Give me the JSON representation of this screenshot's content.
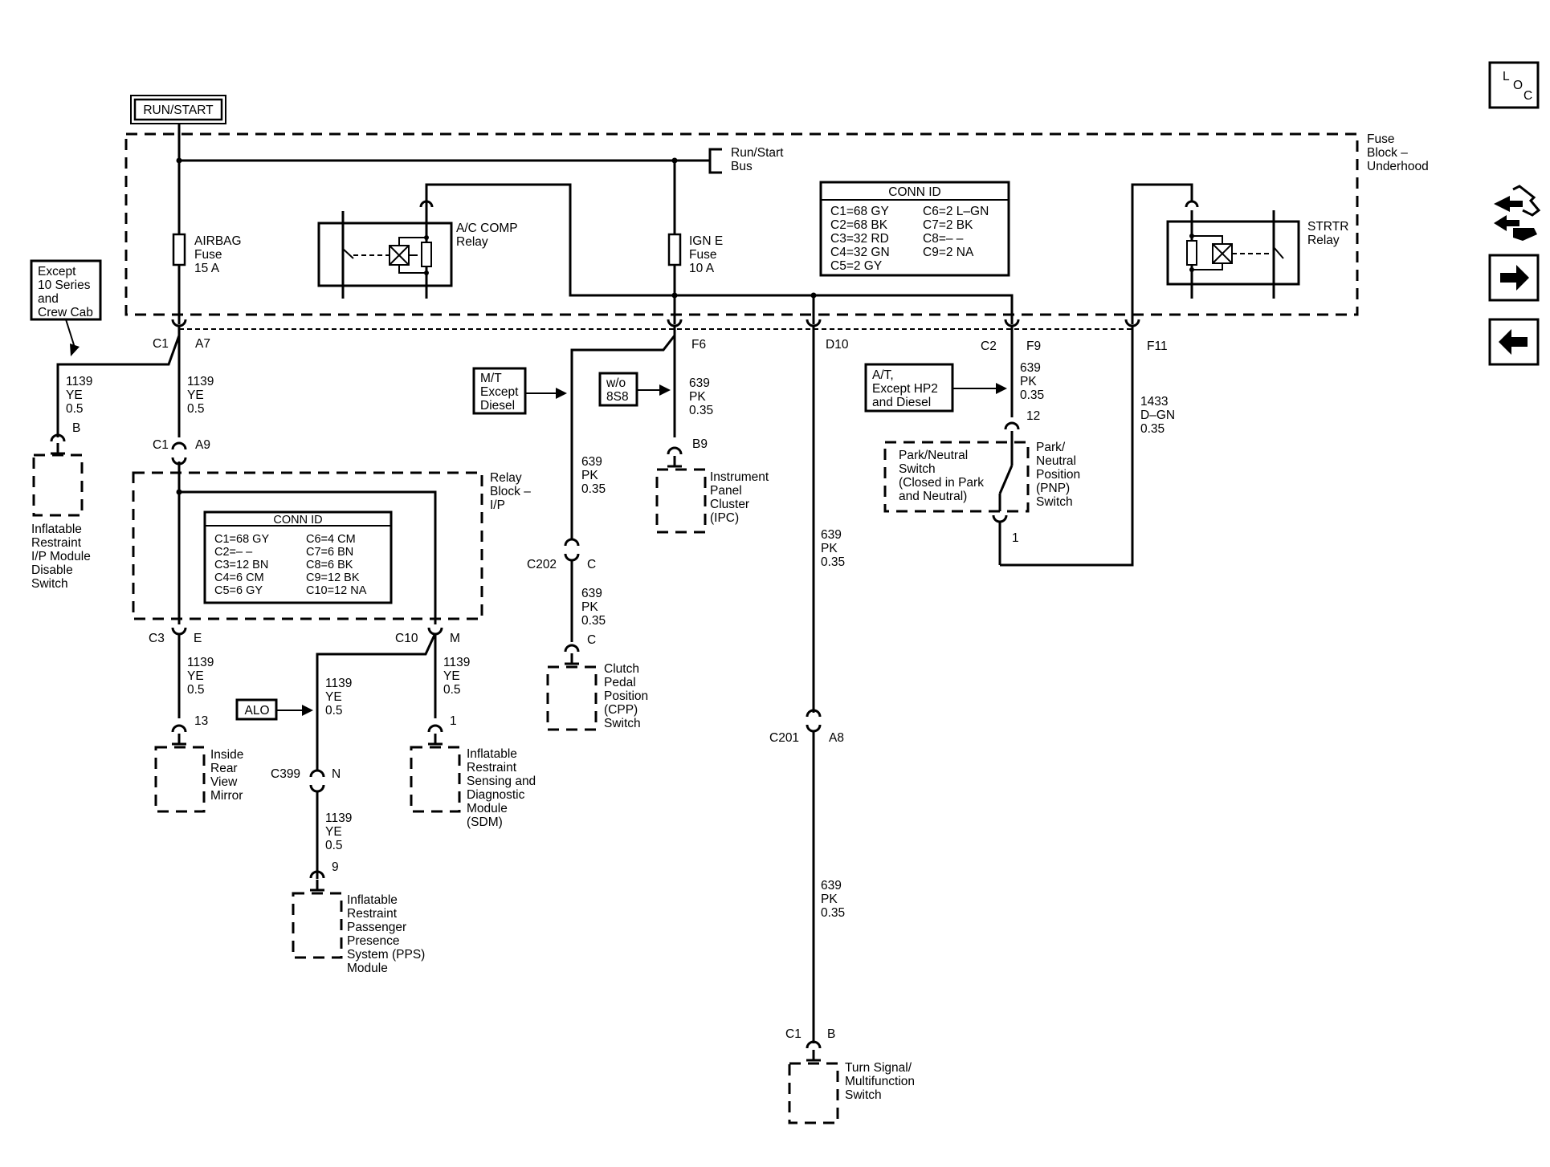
{
  "power": {
    "run_start": "RUN/START",
    "bus": [
      "Run/Start",
      "Bus"
    ]
  },
  "fuse_block_underhood": [
    "Fuse",
    "Block –",
    "Underhood"
  ],
  "fuses": {
    "airbag": [
      "AIRBAG",
      "Fuse",
      "15 A"
    ],
    "ign_e": [
      "IGN E",
      "Fuse",
      "10 A"
    ]
  },
  "relays": {
    "ac_comp": [
      "A/C COMP",
      "Relay"
    ],
    "strtr": [
      "STRTR",
      "Relay"
    ]
  },
  "conn_id_fuse_block": {
    "title": "CONN ID",
    "left": [
      "C1=68 GY",
      "C2=68 BK",
      "C3=32 RD",
      "C4=32 GN",
      "C5=2 GY"
    ],
    "right": [
      "C6=2 L–GN",
      "C7=2 BK",
      "C8=– –",
      "C9=2 NA"
    ]
  },
  "relay_block_ip": [
    "Relay",
    "Block –",
    "I/P"
  ],
  "conn_id_relay_block": {
    "title": "CONN ID",
    "left": [
      "C1=68 GY",
      "C2=– –",
      "C3=12 BN",
      "C4=6 CM",
      "C5=6 GY"
    ],
    "right": [
      "C6=4 CM",
      "C7=6 BN",
      "C8=6 BK",
      "C9=12 BK",
      "C10=12 NA"
    ]
  },
  "options": {
    "except_10_series": [
      "Except",
      "10 Series",
      "and",
      "Crew Cab"
    ],
    "mt_except_diesel": [
      "M/T",
      "Except",
      "Diesel"
    ],
    "wo_8s8": [
      "w/o",
      "8S8"
    ],
    "at_except_hp2": [
      "A/T,",
      "Except HP2",
      "and Diesel"
    ],
    "alo": "ALO"
  },
  "connectors": {
    "c1_a7": [
      "C1",
      "A7"
    ],
    "c1_a9": [
      "C1",
      "A9"
    ],
    "c3_e": [
      "C3",
      "E"
    ],
    "c10_m": [
      "C10",
      "M"
    ],
    "f6": "F6",
    "d10": "D10",
    "c2_f9": [
      "C2",
      "F9"
    ],
    "f11": "F11",
    "b_idp": "B",
    "p13": "13",
    "p1_sdm": "1",
    "c399_n": [
      "C399",
      "N"
    ],
    "p9": "9",
    "c202_c": [
      "C202",
      "C"
    ],
    "c_cpp": "C",
    "b9": "B9",
    "c201_a8": [
      "C201",
      "A8"
    ],
    "c1_b": [
      "C1",
      "B"
    ],
    "p12": "12",
    "p1_pnp": "1"
  },
  "wires": {
    "w_1139_left": [
      "1139",
      "YE",
      "0.5"
    ],
    "w_1139_a7": [
      "1139",
      "YE",
      "0.5"
    ],
    "w_1139_mirror": [
      "1139",
      "YE",
      "0.5"
    ],
    "w_1139_sdm": [
      "1139",
      "YE",
      "0.5"
    ],
    "w_1139_alo": [
      "1139",
      "YE",
      "0.5"
    ],
    "w_1139_pps": [
      "1139",
      "YE",
      "0.5"
    ],
    "w_639_cpp_upper": [
      "639",
      "PK",
      "0.35"
    ],
    "w_639_cpp_lower": [
      "639",
      "PK",
      "0.35"
    ],
    "w_639_ipc": [
      "639",
      "PK",
      "0.35"
    ],
    "w_639_d10_upper": [
      "639",
      "PK",
      "0.35"
    ],
    "w_639_d10_lower": [
      "639",
      "PK",
      "0.35"
    ],
    "w_639_f9": [
      "639",
      "PK",
      "0.35"
    ],
    "w_1433": [
      "1433",
      "D–GN",
      "0.35"
    ]
  },
  "components": {
    "idp_switch": [
      "Inflatable",
      "Restraint",
      "I/P Module",
      "Disable",
      "Switch"
    ],
    "mirror": [
      "Inside",
      "Rear",
      "View",
      "Mirror"
    ],
    "sdm": [
      "Inflatable",
      "Restraint",
      "Sensing and",
      "Diagnostic",
      "Module",
      "(SDM)"
    ],
    "pps": [
      "Inflatable",
      "Restraint",
      "Passenger",
      "Presence",
      "System (PPS)",
      "Module"
    ],
    "cpp": [
      "Clutch",
      "Pedal",
      "Position",
      "(CPP)",
      "Switch"
    ],
    "ipc": [
      "Instrument",
      "Panel",
      "Cluster",
      "(IPC)"
    ],
    "turn_signal": [
      "Turn Signal/",
      "Multifunction",
      "Switch"
    ],
    "pnp_note": [
      "Park/Neutral",
      "Switch",
      "(Closed in Park",
      "and Neutral)"
    ],
    "pnp": [
      "Park/",
      "Neutral",
      "Position",
      "(PNP)",
      "Switch"
    ]
  },
  "nav": {
    "loc": [
      "L",
      "O",
      "C"
    ]
  }
}
